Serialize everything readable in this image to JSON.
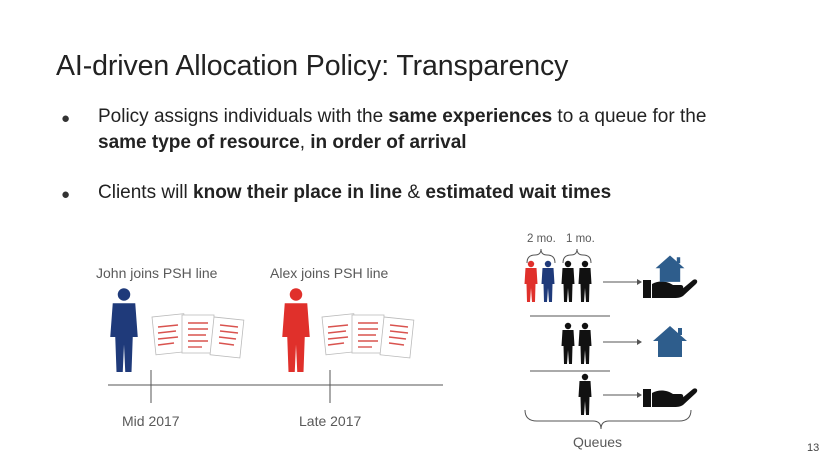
{
  "slide": {
    "title": "AI-driven Allocation Policy: Transparency",
    "page_number": "13"
  },
  "bullets": [
    {
      "p1": "Policy assigns individuals with the ",
      "b1": "same experiences",
      "p2": " to a queue for the",
      "b2": "same type of resource",
      "p3": ", ",
      "b3": "in order of arrival"
    },
    {
      "p1": "Clients will ",
      "b1": "know their place in line",
      "p2": " & ",
      "b2": "estimated wait times"
    }
  ],
  "timeline": {
    "events": [
      {
        "label": "John joins PSH line",
        "date": "Mid 2017",
        "person_color": "#1f3a7a"
      },
      {
        "label": "Alex joins PSH line",
        "date": "Late 2017",
        "person_color": "#e0302b"
      }
    ]
  },
  "queues": {
    "brace_labels": [
      "2 mo.",
      "1 mo."
    ],
    "caption": "Queues",
    "rows": [
      {
        "resource": "hand-house-icon",
        "people": [
          "#e0302b",
          "#1f3a7a",
          "#111111",
          "#111111"
        ]
      },
      {
        "resource": "house-icon",
        "people": [
          "#111111",
          "#111111"
        ]
      },
      {
        "resource": "hand-icon",
        "people": [
          "#111111"
        ]
      }
    ],
    "house_color": "#2e5d8c",
    "hand_color": "#111111"
  }
}
